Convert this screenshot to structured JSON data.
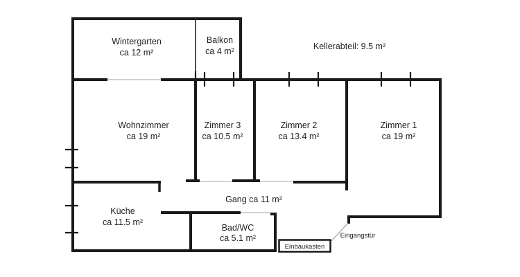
{
  "plan_type": "floorplan",
  "rooms": {
    "wintergarten": {
      "name": "Wintergarten",
      "area": "ca 12 m²"
    },
    "balkon": {
      "name": "Balkon",
      "area": "ca 4 m²"
    },
    "wohnzimmer": {
      "name": "Wohnzimmer",
      "area": "ca 19 m²"
    },
    "zimmer3": {
      "name": "Zimmer 3",
      "area": "ca 10.5 m²"
    },
    "zimmer2": {
      "name": "Zimmer 2",
      "area": "ca 13.4 m²"
    },
    "zimmer1": {
      "name": "Zimmer 1",
      "area": "ca 19 m²"
    },
    "gang": {
      "label": "Gang ca 11 m²"
    },
    "kueche": {
      "name": "Küche",
      "area": "ca 11.5 m²"
    },
    "badwc": {
      "name": "Bad/WC",
      "area": "ca 5.1 m²"
    }
  },
  "annotations": {
    "kellerabteil": "Kellerabteil: 9.5 m²",
    "einbaukasten": "Einbaukasten",
    "eingangstuer": "Eingangstür"
  },
  "colors": {
    "wall": "#1a1a1a",
    "window_line": "#b8b8b8",
    "door_swing": "#9a9a9a",
    "background": "#ffffff",
    "text": "#222222"
  }
}
